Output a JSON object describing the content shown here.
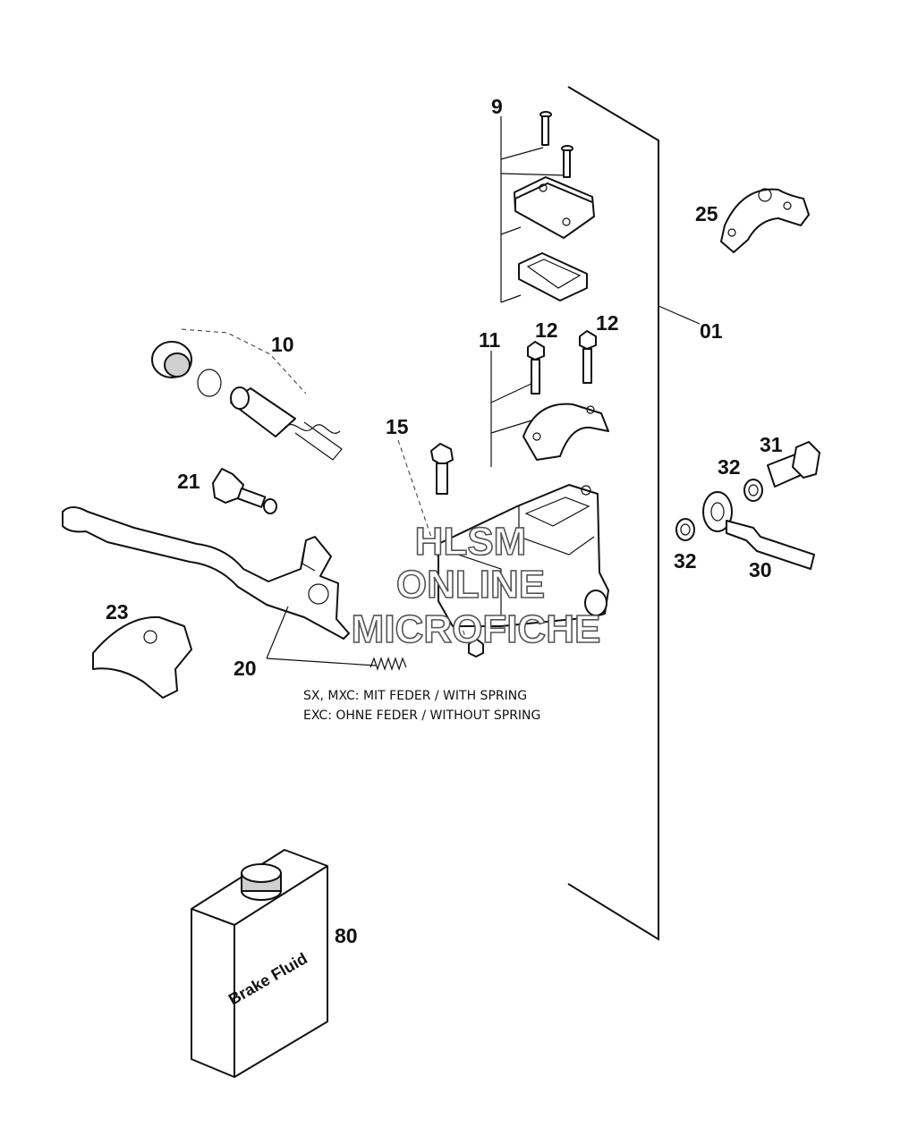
{
  "callouts": {
    "c9": "9",
    "c25": "25",
    "c01": "01",
    "c10": "10",
    "c11": "11",
    "c12a": "12",
    "c12b": "12",
    "c15": "15",
    "c21": "21",
    "c31": "31",
    "c32a": "32",
    "c32b": "32",
    "c30": "30",
    "c23": "23",
    "c20": "20",
    "c80": "80"
  },
  "notes": {
    "spring_with": "SX, MXC: MIT FEDER / WITH SPRING",
    "spring_without": "EXC: OHNE FEDER / WITHOUT SPRING"
  },
  "container_label": "Brake Fluid",
  "watermark": {
    "line1": "HLSM",
    "line2": "ONLINE",
    "line3": "MICROFICHE"
  }
}
